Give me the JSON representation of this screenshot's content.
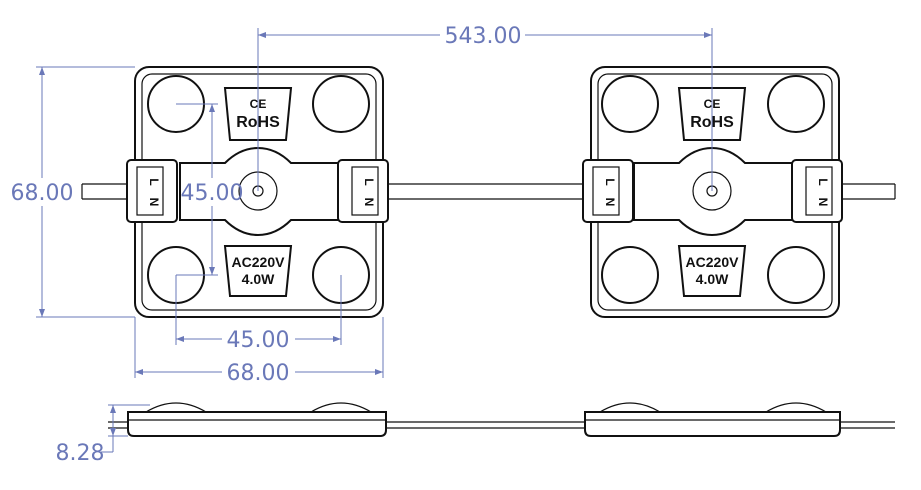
{
  "dimensions": {
    "pitch": "543.00",
    "module_height": "68.00",
    "led_spacing_vertical": "45.00",
    "led_spacing_horizontal": "45.00",
    "module_width": "68.00",
    "thickness": "8.28"
  },
  "modules": [
    {
      "cert_mark": "CE",
      "cert_text": "RoHS",
      "voltage": "AC220V",
      "power": "4.0W",
      "connector_left": [
        "L",
        "N"
      ],
      "connector_right": [
        "L",
        "N"
      ]
    },
    {
      "cert_mark": "CE",
      "cert_text": "RoHS",
      "voltage": "AC220V",
      "power": "4.0W",
      "connector_left": [
        "L",
        "N"
      ],
      "connector_right": [
        "L",
        "N"
      ]
    }
  ],
  "colors": {
    "dimension": "#6a78b8",
    "outline": "#111111"
  }
}
